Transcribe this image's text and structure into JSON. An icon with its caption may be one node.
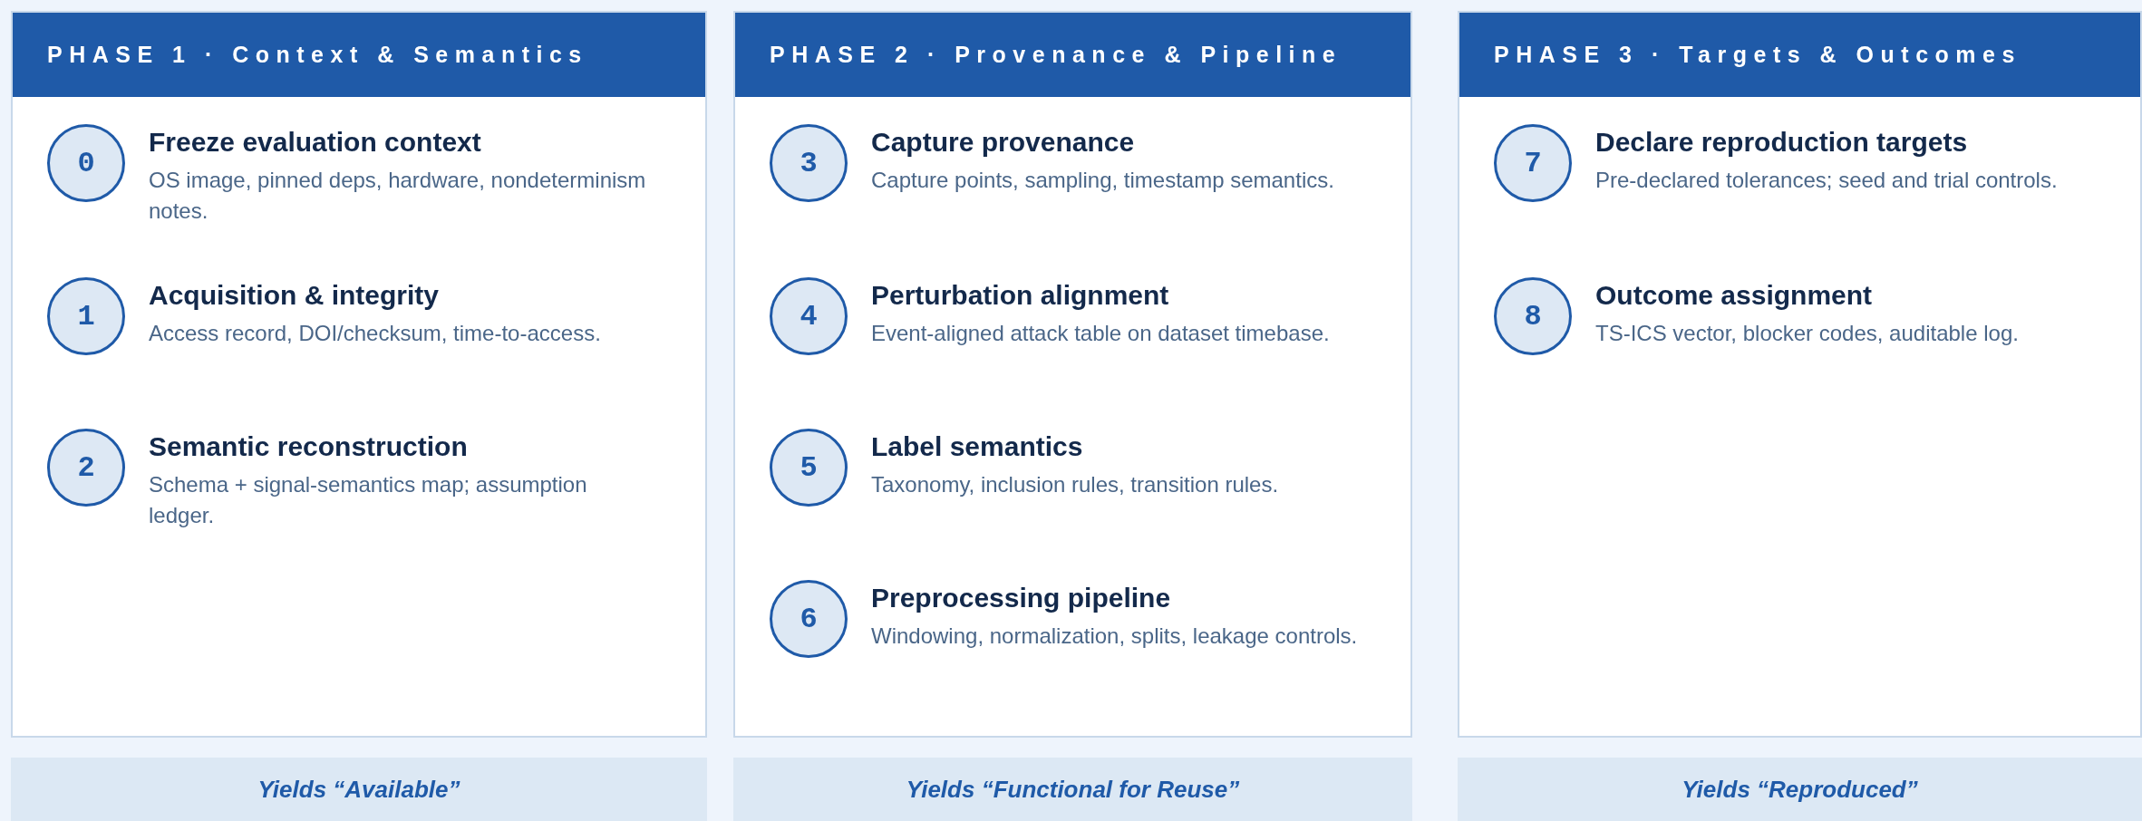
{
  "diagram": {
    "nodes": [
      {
        "text": [
          "PHASE 1 · Context & Semantics"
        ]
      },
      {
        "text": [
          "0"
        ],
        "in": 0,
        "beside": [
          "Freeze evaluation context",
          "OS image, pinned deps, hardware, nondeterminism notes."
        ]
      },
      {
        "text": [
          "1"
        ],
        "in": 0,
        "beside": [
          "Acquisition & integrity",
          "Access record, DOI/checksum, time-to-access."
        ]
      },
      {
        "text": [
          "2"
        ],
        "in": 0,
        "beside": [
          "Semantic reconstruction",
          "Schema + signal-semantics map; assumption ledger."
        ]
      },
      {
        "text": [
          "PHASE 2 · Provenance & Pipeline"
        ]
      },
      {
        "text": [
          "3"
        ],
        "in": 4,
        "beside": [
          "Capture provenance",
          "Capture points, sampling, timestamp semantics."
        ]
      },
      {
        "text": [
          "4"
        ],
        "in": 4,
        "beside": [
          "Perturbation alignment",
          "Event-aligned attack table on dataset timebase."
        ]
      },
      {
        "text": [
          "5"
        ],
        "in": 4,
        "beside": [
          "Label semantics",
          "Taxonomy, inclusion rules, transition rules."
        ]
      },
      {
        "text": [
          "6"
        ],
        "in": 4,
        "beside": [
          "Preprocessing pipeline",
          "Windowing, normalization, splits, leakage controls."
        ]
      },
      {
        "text": [
          "PHASE 3 · Targets & Outcomes"
        ]
      },
      {
        "text": [
          "7"
        ],
        "in": 9,
        "beside": [
          "Declare reproduction targets",
          "Pre-declared tolerances; seed and trial controls."
        ]
      },
      {
        "text": [
          "8"
        ],
        "in": 9,
        "beside": [
          "Outcome assignment",
          "TS-ICS vector, blocker codes, auditable log."
        ]
      },
      {
        "text": [
          "Yields “Available”"
        ]
      },
      {
        "text": [
          "Yields “Functional for Reuse”"
        ]
      },
      {
        "text": [
          "Yields “Reproduced”"
        ]
      }
    ],
    "edges": []
  }
}
